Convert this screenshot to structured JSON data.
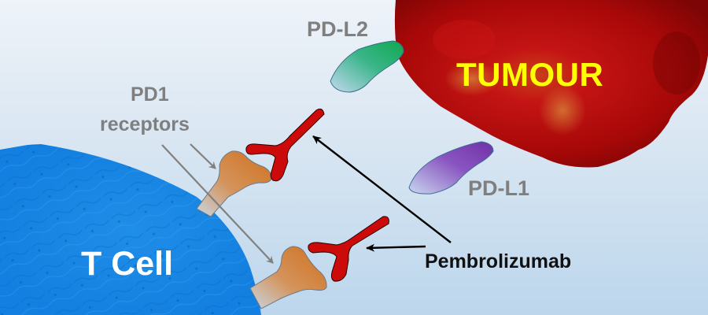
{
  "diagram": {
    "type": "immunotherapy-mechanism",
    "labels": {
      "pdl2": "PD-L2",
      "pd1_line1": "PD1",
      "pd1_line2": "receptors",
      "pdl1": "PD-L1",
      "tumour": "TUMOUR",
      "tcell": "T Cell",
      "drug": "Pembrolizumab"
    },
    "entities": [
      {
        "id": "t-cell",
        "name": "T Cell",
        "color": "#1a8be8"
      },
      {
        "id": "tumour",
        "name": "TUMOUR",
        "color": "#b00a0a"
      },
      {
        "id": "pd1-receptor",
        "name": "PD1 receptors",
        "count": 2,
        "color": "#d2742a"
      },
      {
        "id": "pd-l1",
        "name": "PD-L1",
        "color": "#7030a0"
      },
      {
        "id": "pd-l2",
        "name": "PD-L2",
        "color": "#1aae5c"
      },
      {
        "id": "pembrolizumab",
        "name": "Pembrolizumab",
        "count": 2,
        "color": "#cc0000"
      }
    ],
    "arrows": [
      {
        "from": "PD1 receptors label",
        "to": "upper PD1 receptor",
        "color": "#808080"
      },
      {
        "from": "PD1 receptors label",
        "to": "lower PD1 receptor",
        "color": "#808080"
      },
      {
        "from": "Pembrolizumab label",
        "to": "upper antibody",
        "color": "#000000"
      },
      {
        "from": "Pembrolizumab label",
        "to": "lower antibody",
        "color": "#000000"
      }
    ],
    "colors": {
      "label_gray": "#7f7f7f",
      "tumour_text": "#ffff00",
      "tcell_text": "#ffffff",
      "drug_text": "#111111"
    }
  }
}
